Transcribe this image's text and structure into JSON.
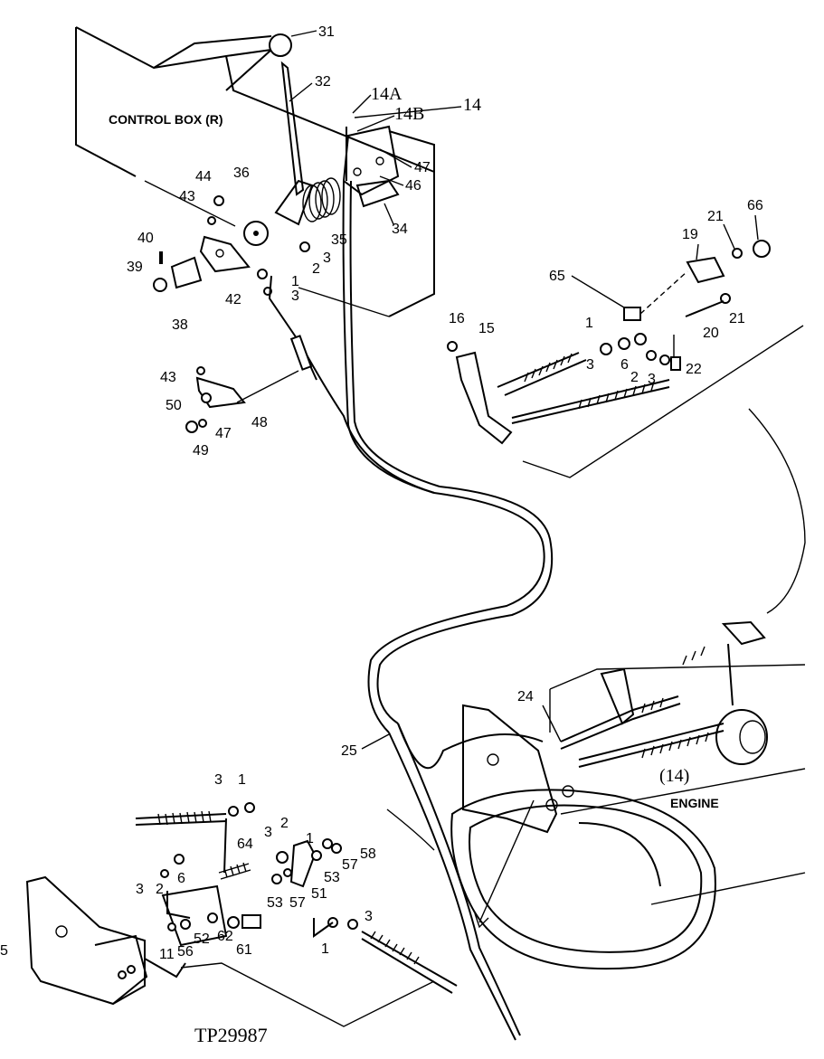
{
  "callouts": {
    "control_box": "CONTROL BOX (R)",
    "engine": "ENGINE",
    "engine_ref": "(14)",
    "figure_id": "TP29987"
  },
  "part_labels": [
    {
      "id": "31",
      "text": "31"
    },
    {
      "id": "32",
      "text": "32"
    },
    {
      "id": "14A",
      "text": "14A"
    },
    {
      "id": "14B",
      "text": "14B"
    },
    {
      "id": "14",
      "text": "14"
    },
    {
      "id": "47a",
      "text": "47"
    },
    {
      "id": "46",
      "text": "46"
    },
    {
      "id": "34",
      "text": "34"
    },
    {
      "id": "36",
      "text": "36"
    },
    {
      "id": "44",
      "text": "44"
    },
    {
      "id": "43a",
      "text": "43"
    },
    {
      "id": "35",
      "text": "35"
    },
    {
      "id": "3a",
      "text": "3"
    },
    {
      "id": "2a",
      "text": "2"
    },
    {
      "id": "40",
      "text": "40"
    },
    {
      "id": "39",
      "text": "39"
    },
    {
      "id": "1a",
      "text": "1"
    },
    {
      "id": "3b",
      "text": "3"
    },
    {
      "id": "42",
      "text": "42"
    },
    {
      "id": "38",
      "text": "38"
    },
    {
      "id": "43b",
      "text": "43"
    },
    {
      "id": "50",
      "text": "50"
    },
    {
      "id": "48",
      "text": "48"
    },
    {
      "id": "47b",
      "text": "47"
    },
    {
      "id": "49",
      "text": "49"
    },
    {
      "id": "21a",
      "text": "21"
    },
    {
      "id": "66",
      "text": "66"
    },
    {
      "id": "19",
      "text": "19"
    },
    {
      "id": "65",
      "text": "65"
    },
    {
      "id": "21b",
      "text": "21"
    },
    {
      "id": "16",
      "text": "16"
    },
    {
      "id": "15",
      "text": "15"
    },
    {
      "id": "1b",
      "text": "1"
    },
    {
      "id": "20",
      "text": "20"
    },
    {
      "id": "3c",
      "text": "3"
    },
    {
      "id": "6a",
      "text": "6"
    },
    {
      "id": "2b",
      "text": "2"
    },
    {
      "id": "3d",
      "text": "3"
    },
    {
      "id": "22",
      "text": "22"
    },
    {
      "id": "24",
      "text": "24"
    },
    {
      "id": "25",
      "text": "25"
    },
    {
      "id": "3e",
      "text": "3"
    },
    {
      "id": "1c",
      "text": "1"
    },
    {
      "id": "64",
      "text": "64"
    },
    {
      "id": "3f",
      "text": "3"
    },
    {
      "id": "2c",
      "text": "2"
    },
    {
      "id": "6b",
      "text": "6"
    },
    {
      "id": "3g",
      "text": "3"
    },
    {
      "id": "2d",
      "text": "2"
    },
    {
      "id": "1d",
      "text": "1"
    },
    {
      "id": "58",
      "text": "58"
    },
    {
      "id": "57a",
      "text": "57"
    },
    {
      "id": "53a",
      "text": "53"
    },
    {
      "id": "53b",
      "text": "53"
    },
    {
      "id": "57b",
      "text": "57"
    },
    {
      "id": "51",
      "text": "51"
    },
    {
      "id": "3h",
      "text": "3"
    },
    {
      "id": "5",
      "text": "5"
    },
    {
      "id": "11",
      "text": "11"
    },
    {
      "id": "56",
      "text": "56"
    },
    {
      "id": "52",
      "text": "52"
    },
    {
      "id": "62",
      "text": "62"
    },
    {
      "id": "61",
      "text": "61"
    },
    {
      "id": "1e",
      "text": "1"
    }
  ]
}
